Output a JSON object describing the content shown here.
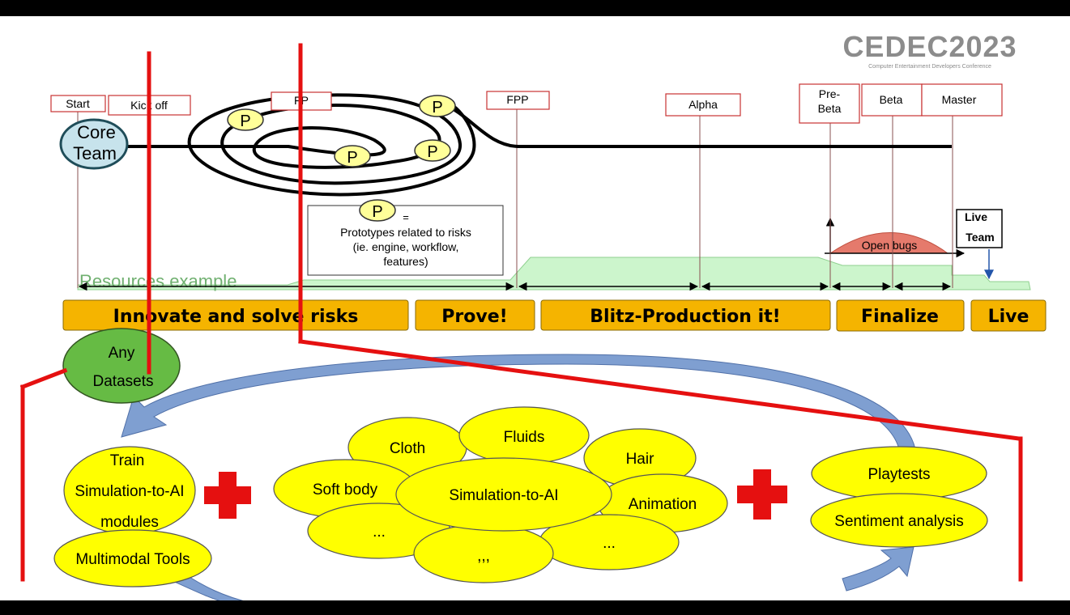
{
  "logo": {
    "wordmark": "CEDEC2023",
    "tagline": "Computer Entertainment Developers Conference"
  },
  "milestones": [
    {
      "label": "Start"
    },
    {
      "label": "Kick off"
    },
    {
      "label": "FP"
    },
    {
      "label": "FPP"
    },
    {
      "label": "Alpha"
    },
    {
      "label": "Pre-",
      "label2": "Beta"
    },
    {
      "label": "Beta"
    },
    {
      "label": "Master"
    }
  ],
  "core_team": {
    "line1": "Core",
    "line2": "Team"
  },
  "prototype_marker": "P",
  "legend": {
    "symbol": "P",
    "equals": "=",
    "line1": "Prototypes related to risks",
    "line2": "(ie. engine, workflow,",
    "line3": "features)"
  },
  "live_team": {
    "line1": "Live",
    "line2": "Team"
  },
  "open_bugs": "Open bugs",
  "resources_label": "Resources example",
  "phases": [
    {
      "label": "Innovate and solve risks"
    },
    {
      "label": "Prove!"
    },
    {
      "label": "Blitz-Production it!"
    },
    {
      "label": "Finalize"
    },
    {
      "label": "Live"
    }
  ],
  "any_datasets": {
    "line1": "Any",
    "line2": "Datasets"
  },
  "left_group": {
    "train": {
      "line1": "Train",
      "line2": "Simulation-to-AI",
      "line3": "modules"
    },
    "multimodal": "Multimodal Tools"
  },
  "sim_cluster": {
    "center": "Simulation-to-AI",
    "items": [
      "Cloth",
      "Fluids",
      "Hair",
      "Soft body",
      "Animation",
      "...",
      ",,,",
      "..."
    ]
  },
  "right_group": {
    "playtests": "Playtests",
    "sentiment": "Sentiment analysis"
  },
  "colors": {
    "accent_red": "#e51010",
    "phase_orange": "#f5b400",
    "ellipse_yellow": "#ffff00",
    "dataset_green": "#66bb44",
    "core_blue": "#c7e3ec",
    "resources_green": "#ccf5cc",
    "bugs_red": "#e57a6c",
    "arrow_blue": "#7f9fd1"
  }
}
